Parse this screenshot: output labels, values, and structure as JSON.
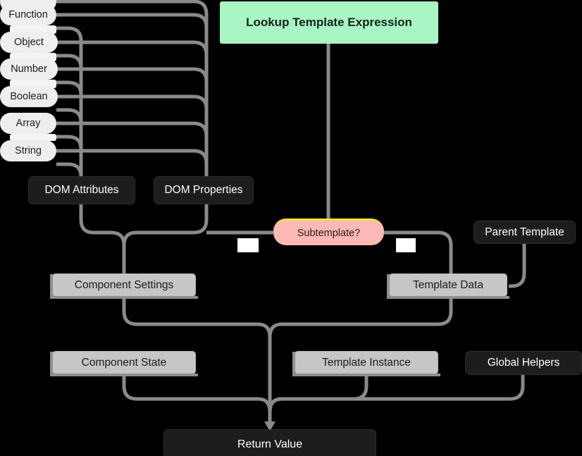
{
  "diagram": {
    "title": "Lookup Template Expression",
    "background": "#000000",
    "colors": {
      "wire": "#8a8a8a",
      "dark_node": "#1d1d1d",
      "gray_node": "#c6c6c6",
      "green_node": "#a9f5c4",
      "pink_node": "#fab9b5",
      "pink_accent": "#f5e03a",
      "pill_node": "#eeeeee"
    },
    "type_pills": [
      {
        "label": ""
      },
      {
        "label": "Function"
      },
      {
        "label": "Object"
      },
      {
        "label": "Number"
      },
      {
        "label": "Boolean"
      },
      {
        "label": "Array"
      },
      {
        "label": "String"
      }
    ],
    "nodes": {
      "lookup_template_expression": "Lookup Template Expression",
      "dom_attributes": "DOM Attributes",
      "dom_properties": "DOM Properties",
      "subtemplate": "Subtemplate?",
      "parent_template": "Parent Template",
      "component_settings": "Component  Settings",
      "template_data": "Template Data",
      "component_state": "Component State",
      "template_instance": "Template Instance",
      "global_helpers": "Global Helpers",
      "return_value": "Return Value"
    },
    "edge_labels": {
      "subtemplate_left": "",
      "subtemplate_right": ""
    }
  }
}
